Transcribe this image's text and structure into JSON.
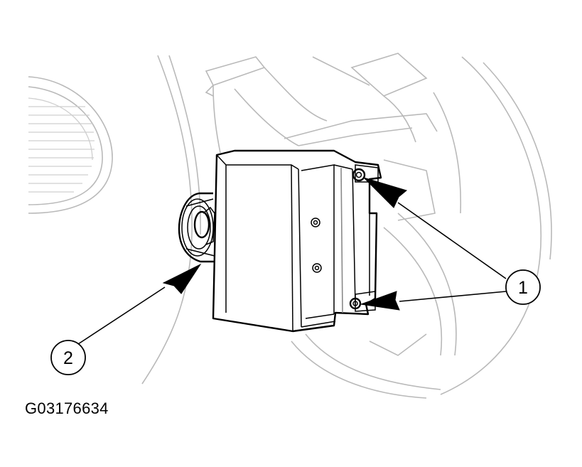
{
  "figure": {
    "callouts": [
      {
        "number": "1",
        "target": "mounting-screws"
      },
      {
        "number": "2",
        "target": "electrical-connector"
      }
    ],
    "figure_id": "G03176634"
  }
}
